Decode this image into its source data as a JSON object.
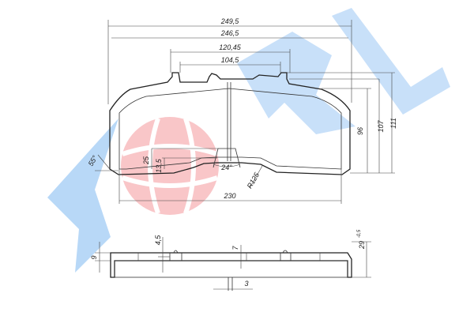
{
  "drawing": {
    "top_view": {
      "overall_width": "249,5",
      "inner_width": "246,5",
      "lug_spacing_outer": "120,45",
      "lug_spacing_inner": "104,5",
      "height_96": "96",
      "height_107": "107",
      "height_111": "111",
      "groove_depth_25": "25",
      "groove_depth_13_5": "13,5",
      "groove_angle": "24°",
      "chamfer_angle": "55°",
      "radius": "R125",
      "friction_width": "230"
    },
    "side_view": {
      "plate_thickness": "9",
      "notch_4_5": "4,5",
      "offset_7": "7",
      "total_thickness": "29",
      "tolerance": "-0,5",
      "slot_3": "3"
    }
  },
  "colors": {
    "watermark_blue": "#3f8fe6",
    "watermark_red": "#e8323a"
  }
}
